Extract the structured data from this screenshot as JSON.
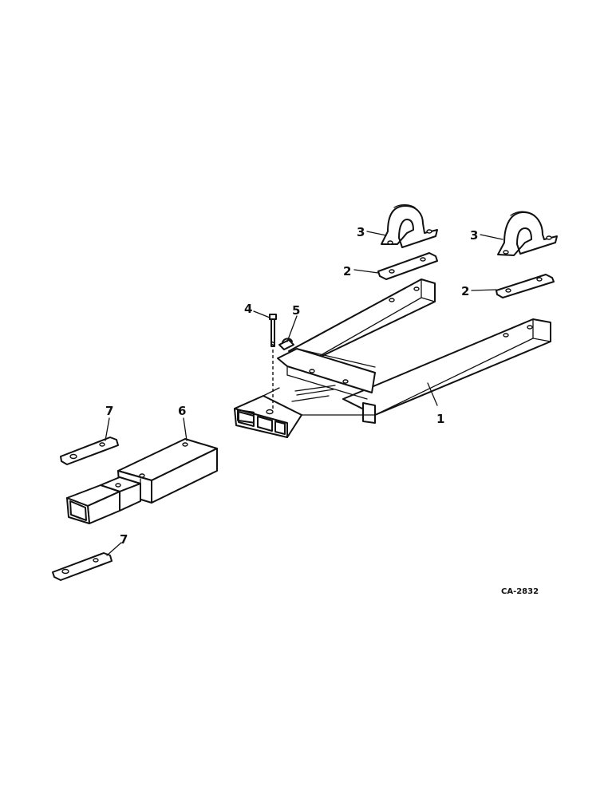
{
  "callouts": {
    "c1": "1",
    "c2a": "2",
    "c2b": "2",
    "c3a": "3",
    "c3b": "3",
    "c4": "4",
    "c5": "5",
    "c6": "6",
    "c7a": "7",
    "c7b": "7"
  },
  "figure_code": "CA-2832"
}
